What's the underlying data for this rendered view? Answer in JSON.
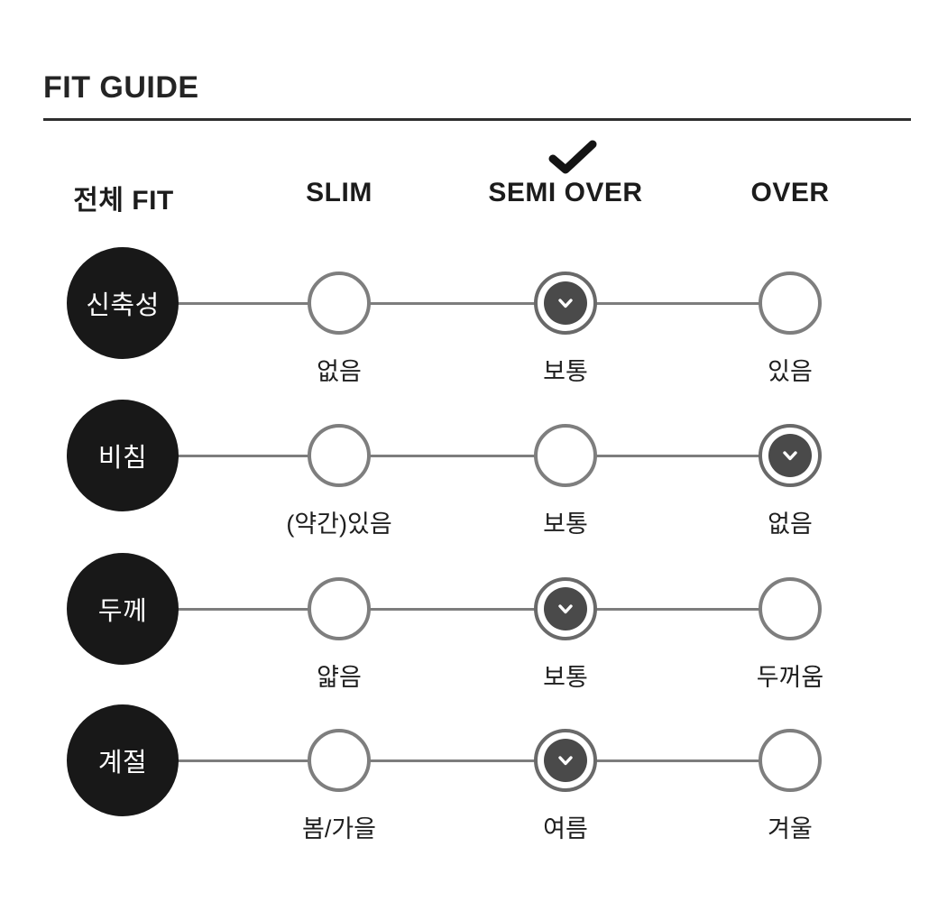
{
  "title": "FIT GUIDE",
  "header": {
    "row_title": "전체 FIT",
    "columns": [
      "SLIM",
      "SEMI OVER",
      "OVER"
    ],
    "selected_column": "SEMI OVER"
  },
  "icons": {
    "header_check": "check-icon",
    "selected_marker": "chevron-down-icon"
  },
  "colors": {
    "text_dark": "#1c1c1c",
    "subject_circle": "#181818",
    "connector_line": "#7d7d7d",
    "circle_ring": "#7e7e7e",
    "checked_ring": "#696969",
    "checked_fill": "#4a4a4a",
    "background": "#ffffff"
  },
  "rows": [
    {
      "label": "신축성",
      "options": [
        {
          "text": "없음",
          "checked": false
        },
        {
          "text": "보통",
          "checked": true
        },
        {
          "text": "있음",
          "checked": false
        }
      ]
    },
    {
      "label": "비침",
      "options": [
        {
          "text": "(약간)있음",
          "checked": false
        },
        {
          "text": "보통",
          "checked": false
        },
        {
          "text": "없음",
          "checked": true
        }
      ]
    },
    {
      "label": "두께",
      "options": [
        {
          "text": "얇음",
          "checked": false
        },
        {
          "text": "보통",
          "checked": true
        },
        {
          "text": "두꺼움",
          "checked": false
        }
      ]
    },
    {
      "label": "계절",
      "options": [
        {
          "text": "봄/가을",
          "checked": false
        },
        {
          "text": "여름",
          "checked": true
        },
        {
          "text": "겨울",
          "checked": false
        }
      ]
    }
  ]
}
